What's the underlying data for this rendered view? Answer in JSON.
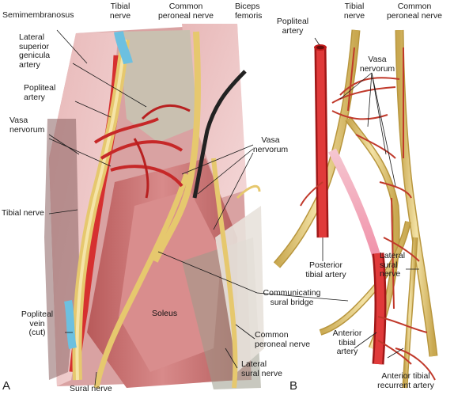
{
  "panel_a": {
    "letter": "A",
    "labels": {
      "semimembranosus": "Semimembranosus",
      "tibial_nerve_top": "Tibial\nnerve",
      "common_peroneal_top": "Common\nperoneal nerve",
      "biceps_femoris": "Biceps\nfemoris",
      "lateral_superior_genicular": "Lateral\nsuperior\ngenicula\nartery",
      "popliteal_artery": "Popliteal\nartery",
      "vasa_nervorum_left": "Vasa\nnervorum",
      "vasa_nervorum_right": "Vasa\nnervorum",
      "tibial_nerve_mid": "Tibial nerve",
      "communicating_sural_bridge": "Communicating\nsural bridge",
      "soleus": "Soleus",
      "popliteal_vein": "Popliteal\nvein\n(cut)",
      "common_peroneal_bottom": "Common\nperoneal nerve",
      "lateral_sural_nerve": "Lateral\nsural nerve",
      "sural_nerve": "Sural nerve"
    }
  },
  "panel_b": {
    "letter": "B",
    "labels": {
      "popliteal_artery": "Popliteal\nartery",
      "tibial_nerve": "Tibial\nnerve",
      "common_peroneal_nerve": "Common\nperoneal nerve",
      "vasa_nervorum": "Vasa\nnervorum",
      "posterior_tibial_artery": "Posterior\ntibial artery",
      "lateral_sural_nerve": "Lateral\nsural\nnerve",
      "anterior_tibial_artery": "Anterior\ntibial\nartery",
      "anterior_tibial_recurrent_artery": "Anterior tibial\nrecurrent artery"
    }
  },
  "colors": {
    "nerve": "#e8d08a",
    "artery": "#d42a2a",
    "vein": "#6cc0e0",
    "muscle": "#c86a6a"
  }
}
